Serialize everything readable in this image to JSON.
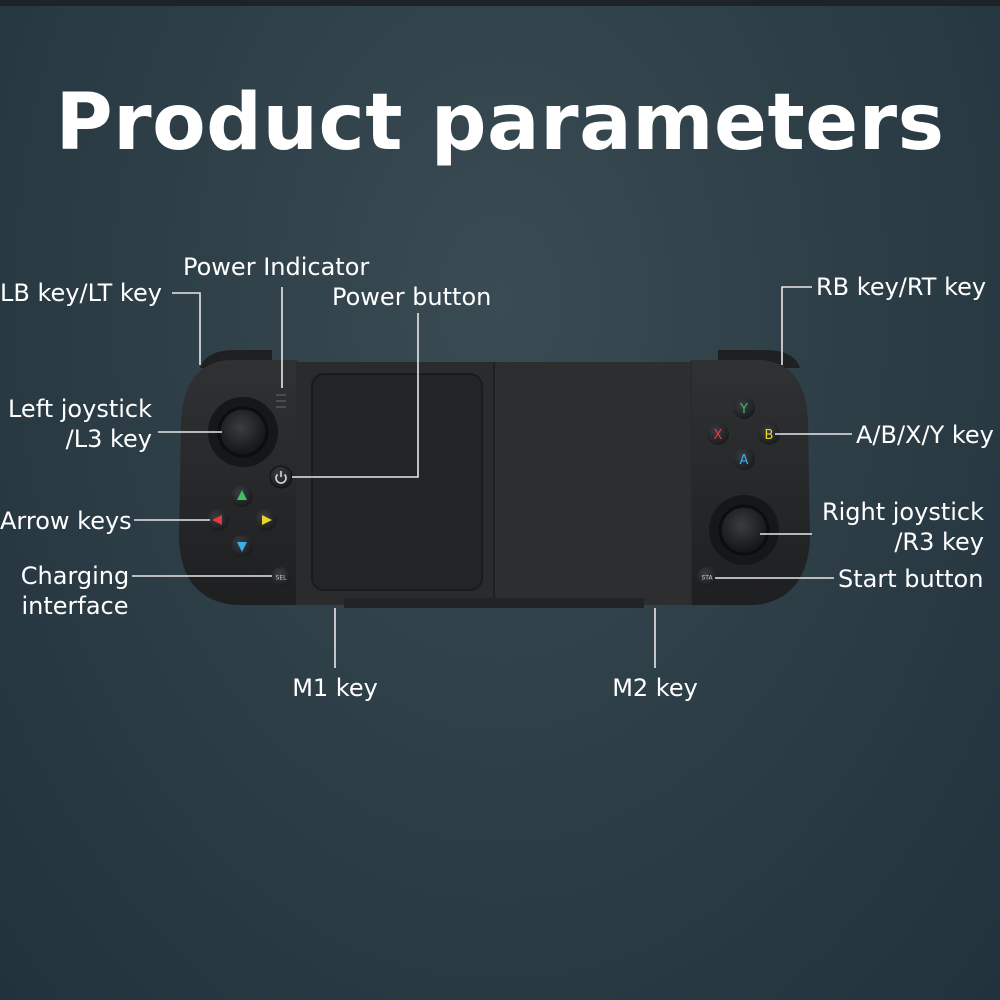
{
  "title": "Product parameters",
  "labels": {
    "power_indicator": "Power Indicator",
    "power_button": "Power button",
    "lb_lt": "LB key/LT key",
    "rb_rt": "RB key/RT key",
    "left_joystick_1": "Left joystick",
    "left_joystick_2": "/L3 key",
    "abxy": "A/B/X/Y key",
    "arrow_keys": "Arrow keys",
    "right_joystick_1": "Right joystick",
    "right_joystick_2": "/R3 key",
    "charging_1": "Charging",
    "charging_2": "interface",
    "start_button": "Start button",
    "m1": "M1 key",
    "m2": "M2 key"
  },
  "buttons": {
    "y": "Y",
    "x": "X",
    "b": "B",
    "a": "A",
    "sel": "SEL",
    "sta": "STA"
  },
  "colors": {
    "y": "#3cc25a",
    "x": "#e23b3b",
    "b": "#e8d530",
    "a": "#3ab0e8",
    "arrow_up": "#3cc25a",
    "arrow_left": "#e23b3b",
    "arrow_right": "#e8d530",
    "arrow_down": "#3ab0e8"
  }
}
